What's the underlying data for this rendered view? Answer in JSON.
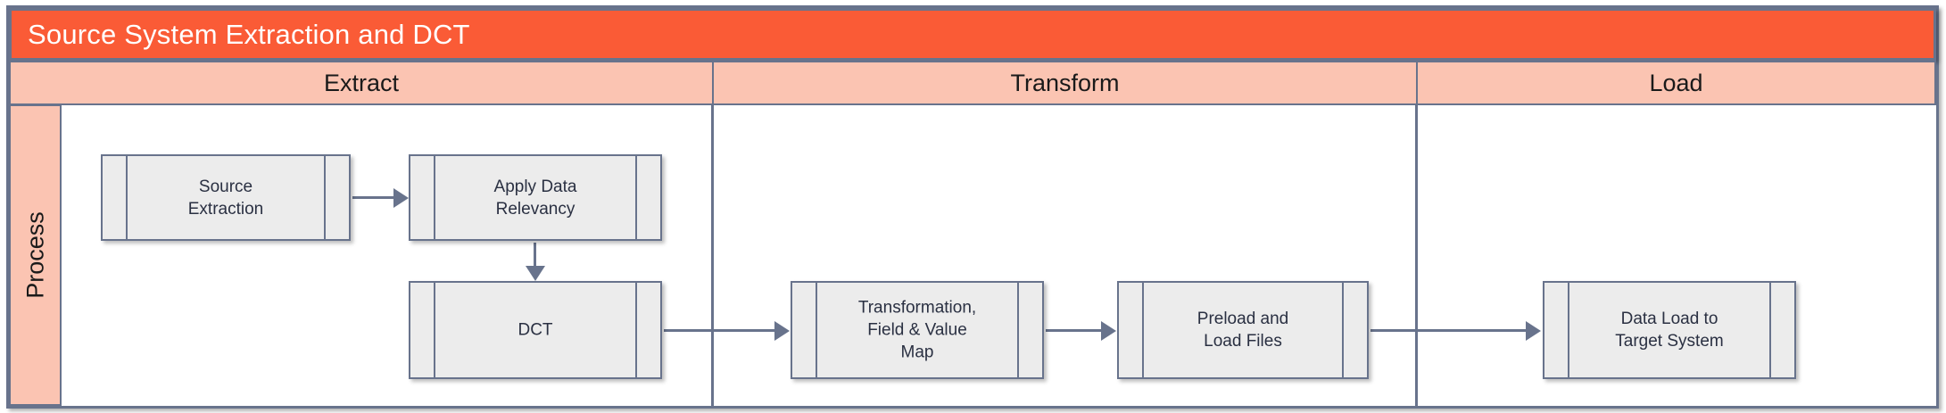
{
  "diagram": {
    "title": "Source System Extraction and DCT",
    "title_bar_color": "#fa5b36",
    "lane_header_color": "#fbc4b2",
    "border_color": "#68738c",
    "shape_fill": "#ececec",
    "shape_text_color": "#2a3042"
  },
  "lanes": [
    {
      "id": "extract",
      "label": "Extract"
    },
    {
      "id": "transform",
      "label": "Transform"
    },
    {
      "id": "load",
      "label": "Load"
    }
  ],
  "rows": [
    {
      "id": "process",
      "label": "Process"
    }
  ],
  "nodes": [
    {
      "id": "source-extraction",
      "lane": "extract",
      "row": "process",
      "shape": "predefined-process",
      "label": "Source\nExtraction"
    },
    {
      "id": "apply-data-relevancy",
      "lane": "extract",
      "row": "process",
      "shape": "predefined-process",
      "label": "Apply Data\nRelevancy"
    },
    {
      "id": "dct",
      "lane": "extract",
      "row": "process",
      "shape": "predefined-process",
      "label": "DCT"
    },
    {
      "id": "transformation-field-value-map",
      "lane": "transform",
      "row": "process",
      "shape": "predefined-process",
      "label": "Transformation,\nField & Value\nMap"
    },
    {
      "id": "preload-and-load-files",
      "lane": "transform",
      "row": "process",
      "shape": "predefined-process",
      "label": "Preload and\nLoad Files"
    },
    {
      "id": "data-load-to-target-system",
      "lane": "load",
      "row": "process",
      "shape": "predefined-process",
      "label": "Data Load to\nTarget System"
    }
  ],
  "edges": [
    {
      "id": "e1",
      "from": "source-extraction",
      "to": "apply-data-relevancy",
      "direction": "right"
    },
    {
      "id": "e2",
      "from": "apply-data-relevancy",
      "to": "dct",
      "direction": "down"
    },
    {
      "id": "e3",
      "from": "dct",
      "to": "transformation-field-value-map",
      "direction": "right"
    },
    {
      "id": "e4",
      "from": "transformation-field-value-map",
      "to": "preload-and-load-files",
      "direction": "right"
    },
    {
      "id": "e5",
      "from": "preload-and-load-files",
      "to": "data-load-to-target-system",
      "direction": "right"
    }
  ]
}
